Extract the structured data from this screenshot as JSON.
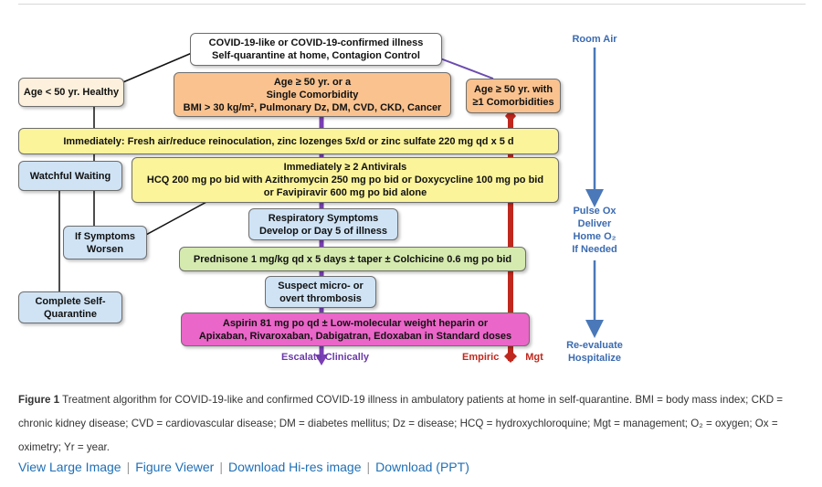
{
  "diagram": {
    "top_box": [
      "COVID-19-like or COVID-19-confirmed illness",
      "Self-quarantine at home, Contagion Control"
    ],
    "age_young": "Age < 50 yr. Healthy",
    "age_mid": [
      "Age ≥ 50 yr. or a",
      "Single Comorbidity",
      "BMI > 30 kg/m², Pulmonary Dz, DM, CVD, CKD, Cancer"
    ],
    "age_old": [
      "Age ≥ 50 yr. with",
      "≥1 Comorbidities"
    ],
    "immediately": "Immediately:  Fresh air/reduce reinoculation, zinc lozenges 5x/d or zinc sulfate 220 mg qd x 5 d",
    "watchful_waiting": "Watchful Waiting",
    "antivirals": [
      "Immediately ≥ 2 Antivirals",
      "HCQ 200 mg po bid with Azithromycin 250 mg po bid or Doxycycline 100 mg po bid",
      "or Favipiravir 600 mg po bid alone"
    ],
    "if_symptoms": [
      "If Symptoms",
      "Worsen"
    ],
    "respiratory": [
      "Respiratory Symptoms",
      "Develop or Day 5 of illness"
    ],
    "prednisone": "Prednisone 1 mg/kg qd x 5 days ± taper ± Colchicine 0.6 mg po bid",
    "complete_sq": [
      "Complete Self-",
      "Quarantine"
    ],
    "thrombosis": [
      "Suspect micro- or",
      "overt thrombosis"
    ],
    "aspirin": [
      "Aspirin 81 mg po qd ± Low-molecular weight heparin or",
      "Apixaban, Rivaroxaban, Dabigatran, Edoxaban in Standard doses"
    ],
    "escalate": "Escalate Clinically",
    "empiric": "Empiric",
    "mgt": "Mgt",
    "room_air": "Room Air",
    "pulse_ox": [
      "Pulse Ox",
      "Deliver",
      "Home O₂",
      "If Needed"
    ],
    "reevaluate": [
      "Re-evaluate",
      "Hospitalize"
    ],
    "colors": {
      "purple_arrow": "#7b3fb5",
      "red_arrow": "#c0281e",
      "blue_arrow": "#4a78b8"
    }
  },
  "caption": {
    "figure_label": "Figure 1",
    "text": "Treatment algorithm for COVID-19-like and confirmed COVID-19 illness in ambulatory patients at home in self-quarantine. BMI = body mass index; CKD = chronic kidney disease; CVD = cardiovascular disease; DM = diabetes mellitus; Dz = disease; HCQ = hydroxychloroquine; Mgt = management; O₂ = oxygen; Ox = oximetry; Yr = year."
  },
  "links": {
    "view_large": "View Large Image",
    "figure_viewer": "Figure Viewer",
    "download_hires": "Download Hi-res image",
    "download_ppt": "Download (PPT)"
  }
}
